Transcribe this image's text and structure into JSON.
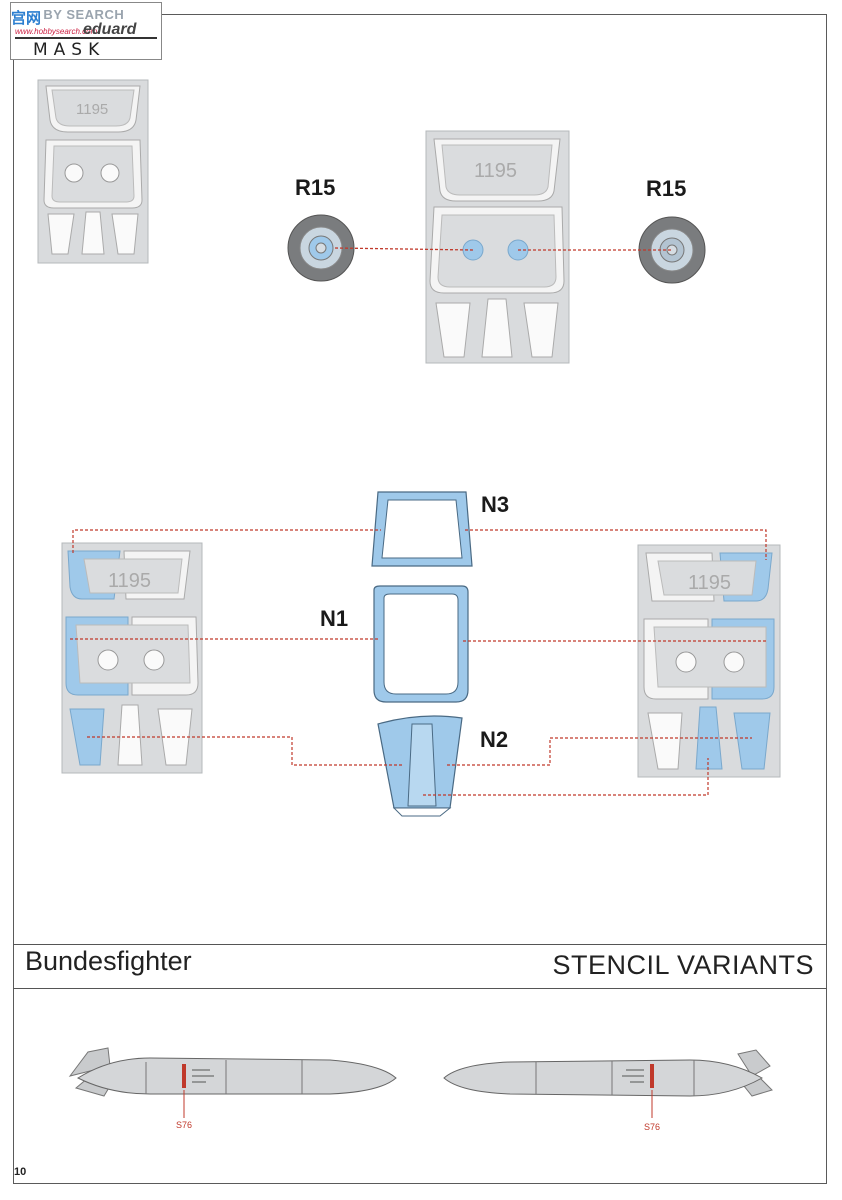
{
  "brand": {
    "site": "HOBBY SEARCH",
    "site_cn": "宫网",
    "url": "www.hobbysearch.com",
    "maker": "eduard",
    "product": "MASK"
  },
  "masks": {
    "sheet_number": "1195",
    "wheel_label_left": "R15",
    "wheel_label_right": "R15",
    "canopy_labels": {
      "n1": "N1",
      "n2": "N2",
      "n3": "N3"
    }
  },
  "colors": {
    "sheet_gray": "#d8dadc",
    "mask_blue": "#9fc9ea",
    "leader_red": "#c0392b",
    "tire_gray": "#7a7c7e"
  },
  "section": {
    "left_title": "Bundesfighter",
    "right_title": "STENCIL VARIANTS"
  },
  "stencils": {
    "left_code": "S76",
    "right_code": "S76"
  },
  "page_number": "10"
}
